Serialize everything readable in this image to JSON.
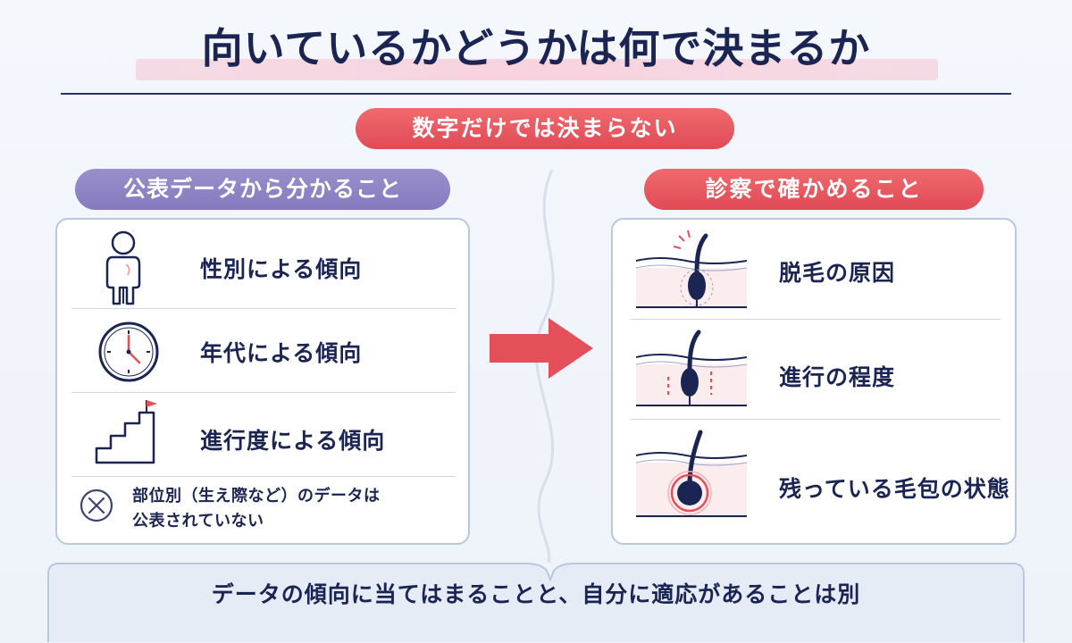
{
  "title": "向いているかどうかは何で決まるか",
  "top_banner": "数字だけでは決まらない",
  "left_section": {
    "header": "公表データから分かること",
    "items": [
      {
        "icon": "person-icon",
        "label": "性別による傾向"
      },
      {
        "icon": "clock-icon",
        "label": "年代による傾向"
      },
      {
        "icon": "stairs-flag-icon",
        "label": "進行度による傾向"
      }
    ],
    "note": {
      "icon": "x-circle-icon",
      "line1": "部位別（生え際など）のデータは",
      "line2": "公表されていない"
    }
  },
  "right_section": {
    "header": "診察で確かめること",
    "items": [
      {
        "icon": "hair-follicle-alert-icon",
        "label": "脱毛の原因"
      },
      {
        "icon": "hair-follicle-depth-icon",
        "label": "進行の程度"
      },
      {
        "icon": "hair-follicle-circle-icon",
        "label": "残っている毛包の状態"
      }
    ]
  },
  "bottom_text": "データの傾向に当てはまることと、自分に適応があることは別",
  "colors": {
    "navy": "#1b2553",
    "red_accent": "#e3505a",
    "purple_accent": "#8c81c3",
    "panel_border": "#b9c7df",
    "background": "#f1f5fb"
  }
}
